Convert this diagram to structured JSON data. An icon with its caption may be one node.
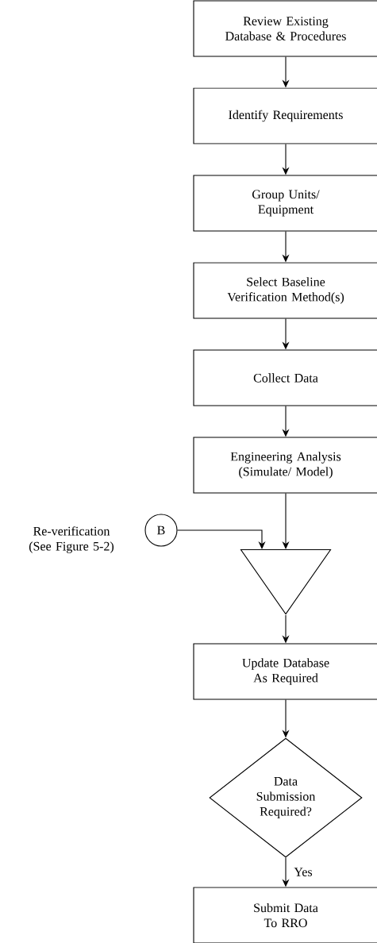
{
  "diagram": {
    "nodes": [
      {
        "text": [
          "Review Existing Database & Procedures"
        ]
      },
      {
        "text": [
          "Identify Requirements"
        ]
      },
      {
        "text": [
          "Group Units/ Equipment"
        ]
      },
      {
        "text": [
          "Select Baseline Verification Method(s)"
        ]
      },
      {
        "text": [
          "Collect Data"
        ]
      },
      {
        "text": [
          "Engineering Analysis (Simulate/ Model)"
        ]
      },
      {
        "text": [
          "B"
        ],
        "beside": [
          "Re-verification (See Figure 5-2)"
        ]
      },
      {
        "text": [],
        "shape": "triangle"
      },
      {
        "text": [
          "Update Database As Required"
        ]
      },
      {
        "text": [
          "Data Submission Required?"
        ]
      },
      {
        "text": [
          "Submit Data To RRO"
        ]
      }
    ],
    "edges": [
      {
        "from": 0,
        "to": 1,
        "arrow": "to"
      },
      {
        "from": 1,
        "to": 2,
        "arrow": "to"
      },
      {
        "from": 2,
        "to": 3,
        "arrow": "to"
      },
      {
        "from": 3,
        "to": 4,
        "arrow": "to"
      },
      {
        "from": 4,
        "to": 5,
        "arrow": "to"
      },
      {
        "from": 5,
        "to": 7,
        "arrow": "to"
      },
      {
        "from": 6,
        "to": 7,
        "arrow": "to"
      },
      {
        "from": 7,
        "to": 8,
        "arrow": "to"
      },
      {
        "from": 8,
        "to": 9,
        "arrow": "to"
      },
      {
        "from": 9,
        "to": 10,
        "arrow": "to",
        "label": "Yes"
      }
    ]
  }
}
